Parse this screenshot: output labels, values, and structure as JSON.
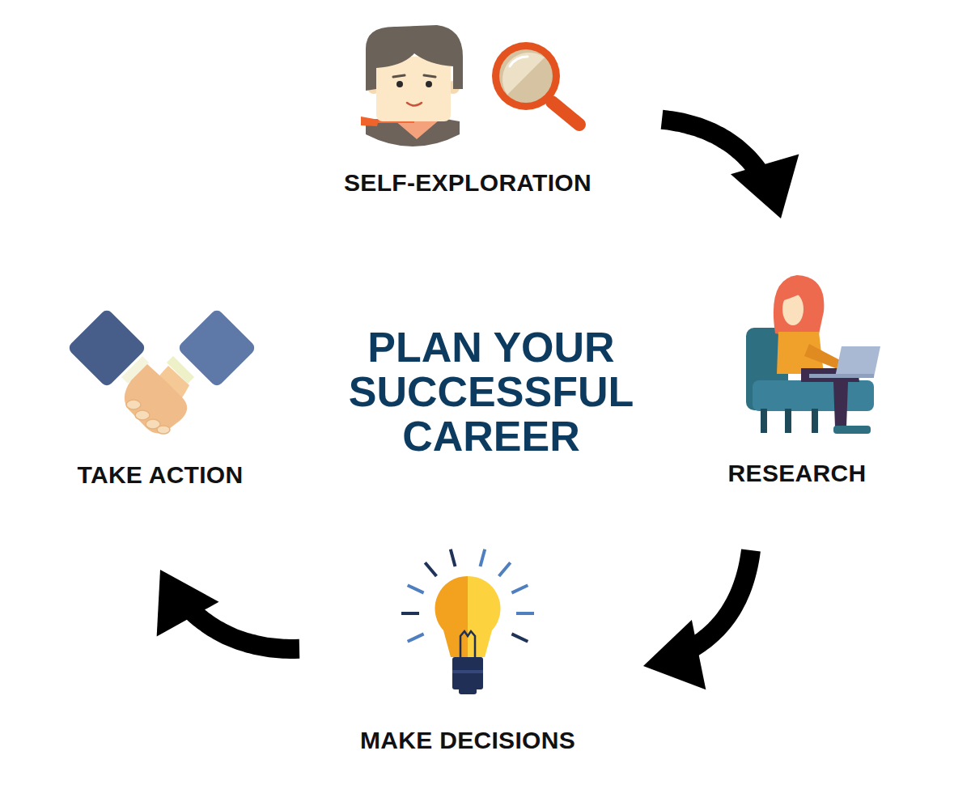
{
  "diagram": {
    "title": "PLAN YOUR SUCCESSFUL CAREER",
    "nodes": [
      {
        "text": [
          "SELF-EXPLORATION"
        ]
      },
      {
        "text": [
          "RESEARCH"
        ]
      },
      {
        "text": [
          "MAKE DECISIONS"
        ]
      },
      {
        "text": [
          "TAKE ACTION"
        ]
      }
    ],
    "edges": [
      {
        "from": 0,
        "to": 1,
        "arrow": "to"
      },
      {
        "from": 1,
        "to": 2,
        "arrow": "to"
      },
      {
        "from": 2,
        "to": 3,
        "arrow": "to"
      }
    ]
  }
}
